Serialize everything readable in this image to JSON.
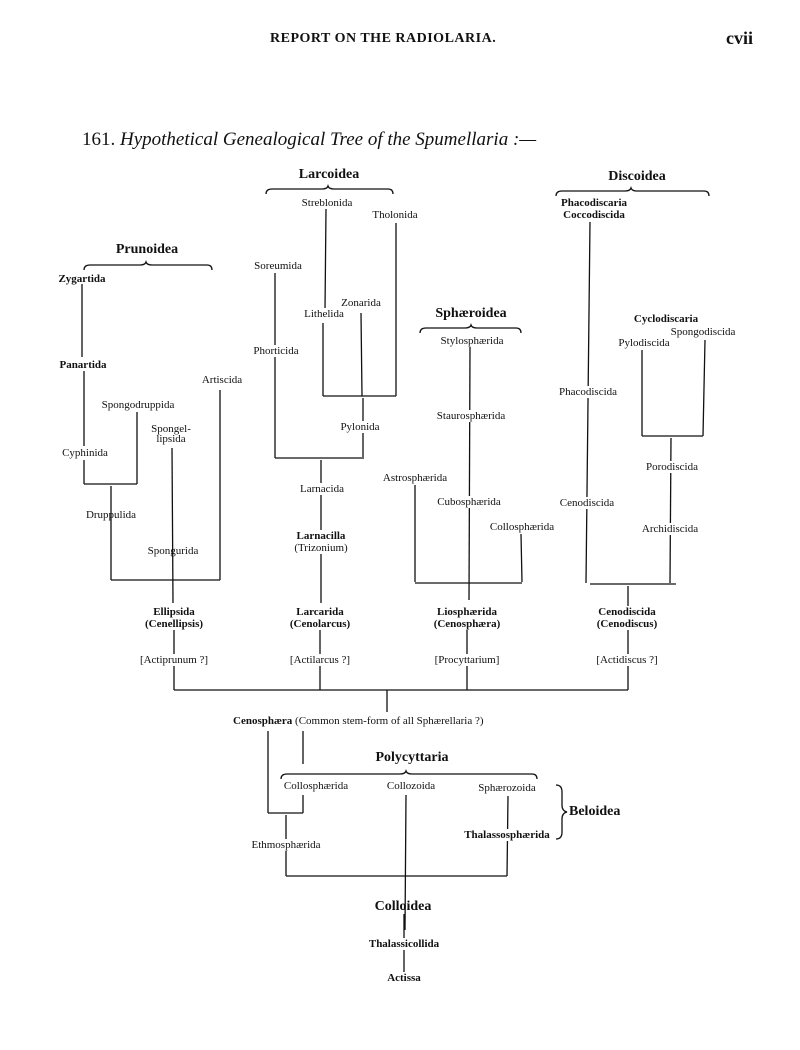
{
  "header": {
    "running_title": "REPORT ON THE RADIOLARIA.",
    "page_number": "cvii"
  },
  "caption": {
    "number": "161.",
    "title": "Hypothetical Genealogical Tree of the Spumellaria :—"
  },
  "groups": {
    "prunoidea": "Prunoidea",
    "larcoidea": "Larcoidea",
    "sphaeroidea": "Sphæroidea",
    "discoidea": "Discoidea",
    "polycyttaria": "Polycyttaria",
    "beloidea": "Beloidea",
    "colloidea": "Colloidea"
  },
  "prunoidea": {
    "zygartida": "Zygartida",
    "panartida": "Panartida",
    "spongodruppida": "Spongodruppida",
    "artiscida": "Artiscida",
    "spongellipsida_1": "Spongel-",
    "spongellipsida_2": "lipsida",
    "cyphinida": "Cyphinida",
    "druppulida": "Druppulida",
    "spongurida": "Spongurida",
    "ellipsida": "Ellipsida",
    "cenellipsis": "(Cenellipsis)",
    "actiprunum": "[Actiprunum ?]"
  },
  "larcoidea": {
    "streblonida": "Streblonida",
    "tholonida": "Tholonida",
    "soreumida": "Soreumida",
    "zonarida": "Zonarida",
    "lithelida": "Lithelida",
    "phorticida": "Phorticida",
    "pylonida": "Pylonida",
    "larnacida": "Larnacida",
    "larnacilla": "Larnacilla",
    "trizonium": "(Trizonium)",
    "larcarida": "Larcarida",
    "cenolarcus": "(Cenolarcus)",
    "actilarcus": "[Actilarcus ?]"
  },
  "sphaeroidea": {
    "stylosphaerida": "Stylosphærida",
    "staurosphaerida": "Staurosphærida",
    "astrosphaerida": "Astrosphærida",
    "cubosphaerida": "Cubosphærida",
    "collosphaerida": "Collosphærida",
    "liosphaerida": "Liosphærida",
    "cenosphaera": "(Cenosphæra)",
    "procyttarium": "[Procyttarium]"
  },
  "discoidea": {
    "phacodiscaria": "Phacodiscaria",
    "coccodiscida": "Coccodiscida",
    "cyclodiscaria": "Cyclodiscaria",
    "spongodiscida": "Spongodiscida",
    "pylodiscida": "Pylodiscida",
    "phacodiscida": "Phacodiscida",
    "porodiscida": "Porodiscida",
    "cenodiscida_upper": "Cenodiscida",
    "archidiscida": "Archidiscida",
    "cenodiscida": "Cenodiscida",
    "cenodiscus": "(Cenodiscus)",
    "actidiscus": "[Actidiscus ?]"
  },
  "stem": {
    "cenosphaera": "Cenosphæra",
    "note": "(Common stem-form of all Sphærellaria ?)"
  },
  "colloidea_branch": {
    "collosphaerida": "Collosphærida",
    "collozoida": "Collozoida",
    "sphaerozoida": "Sphærozoida",
    "thalassosphaerida": "Thalassosphærida",
    "ethmosphaerida": "Ethmosphærida",
    "thalassicollida": "Thalassicollida",
    "actissa": "Actissa"
  }
}
